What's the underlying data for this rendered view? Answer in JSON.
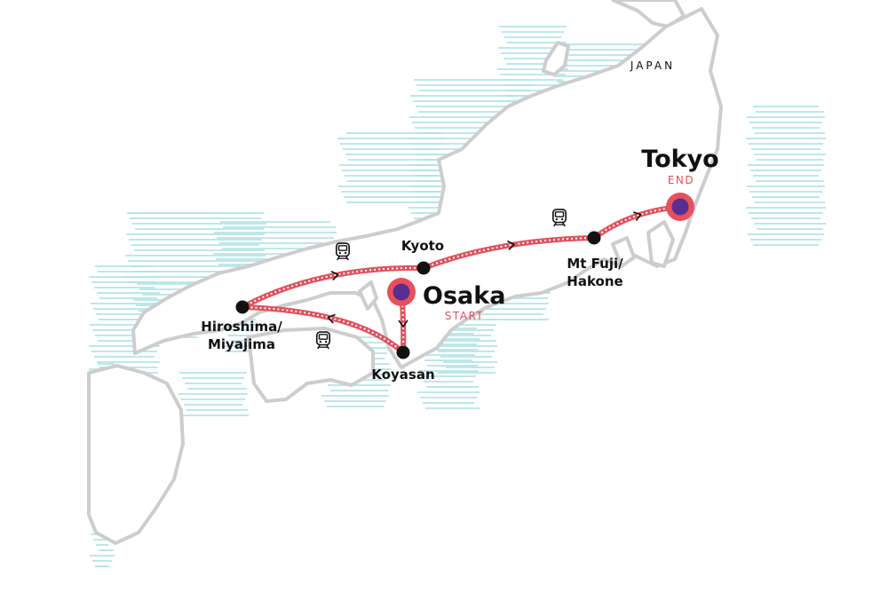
{
  "map": {
    "country": "JAPAN",
    "colors": {
      "route": "#e2505c",
      "route_dash": "#ffffff",
      "stop": "#111111",
      "major_stop_fill": "#5a2d91",
      "major_stop_ring": "#e8505b",
      "land_outline": "#c9c9c9",
      "water_lines": "#a9dfe3",
      "text": "#111111",
      "status_text": "#e2505c"
    },
    "stops": [
      {
        "id": "tokyo",
        "label_lines": [
          "Tokyo"
        ],
        "status": "END",
        "major": true
      },
      {
        "id": "osaka",
        "label_lines": [
          "Osaka"
        ],
        "status": "START",
        "major": true
      },
      {
        "id": "kyoto",
        "label_lines": [
          "Kyoto"
        ],
        "status": "",
        "major": false
      },
      {
        "id": "fuji",
        "label_lines": [
          "Mt Fuji/",
          "Hakone"
        ],
        "status": "",
        "major": false
      },
      {
        "id": "hiroshima",
        "label_lines": [
          "Hiroshima/",
          "Miyajima"
        ],
        "status": "",
        "major": false
      },
      {
        "id": "koyasan",
        "label_lines": [
          "Koyasan"
        ],
        "status": "",
        "major": false
      }
    ],
    "legs": [
      {
        "from": "osaka",
        "to": "koyasan",
        "mode": "walk"
      },
      {
        "from": "koyasan",
        "to": "hiroshima",
        "mode": "train-icon"
      },
      {
        "from": "hiroshima",
        "to": "kyoto",
        "mode": "train-icon"
      },
      {
        "from": "kyoto",
        "to": "fuji",
        "mode": "train-icon"
      },
      {
        "from": "fuji",
        "to": "tokyo",
        "mode": "walk"
      }
    ]
  }
}
